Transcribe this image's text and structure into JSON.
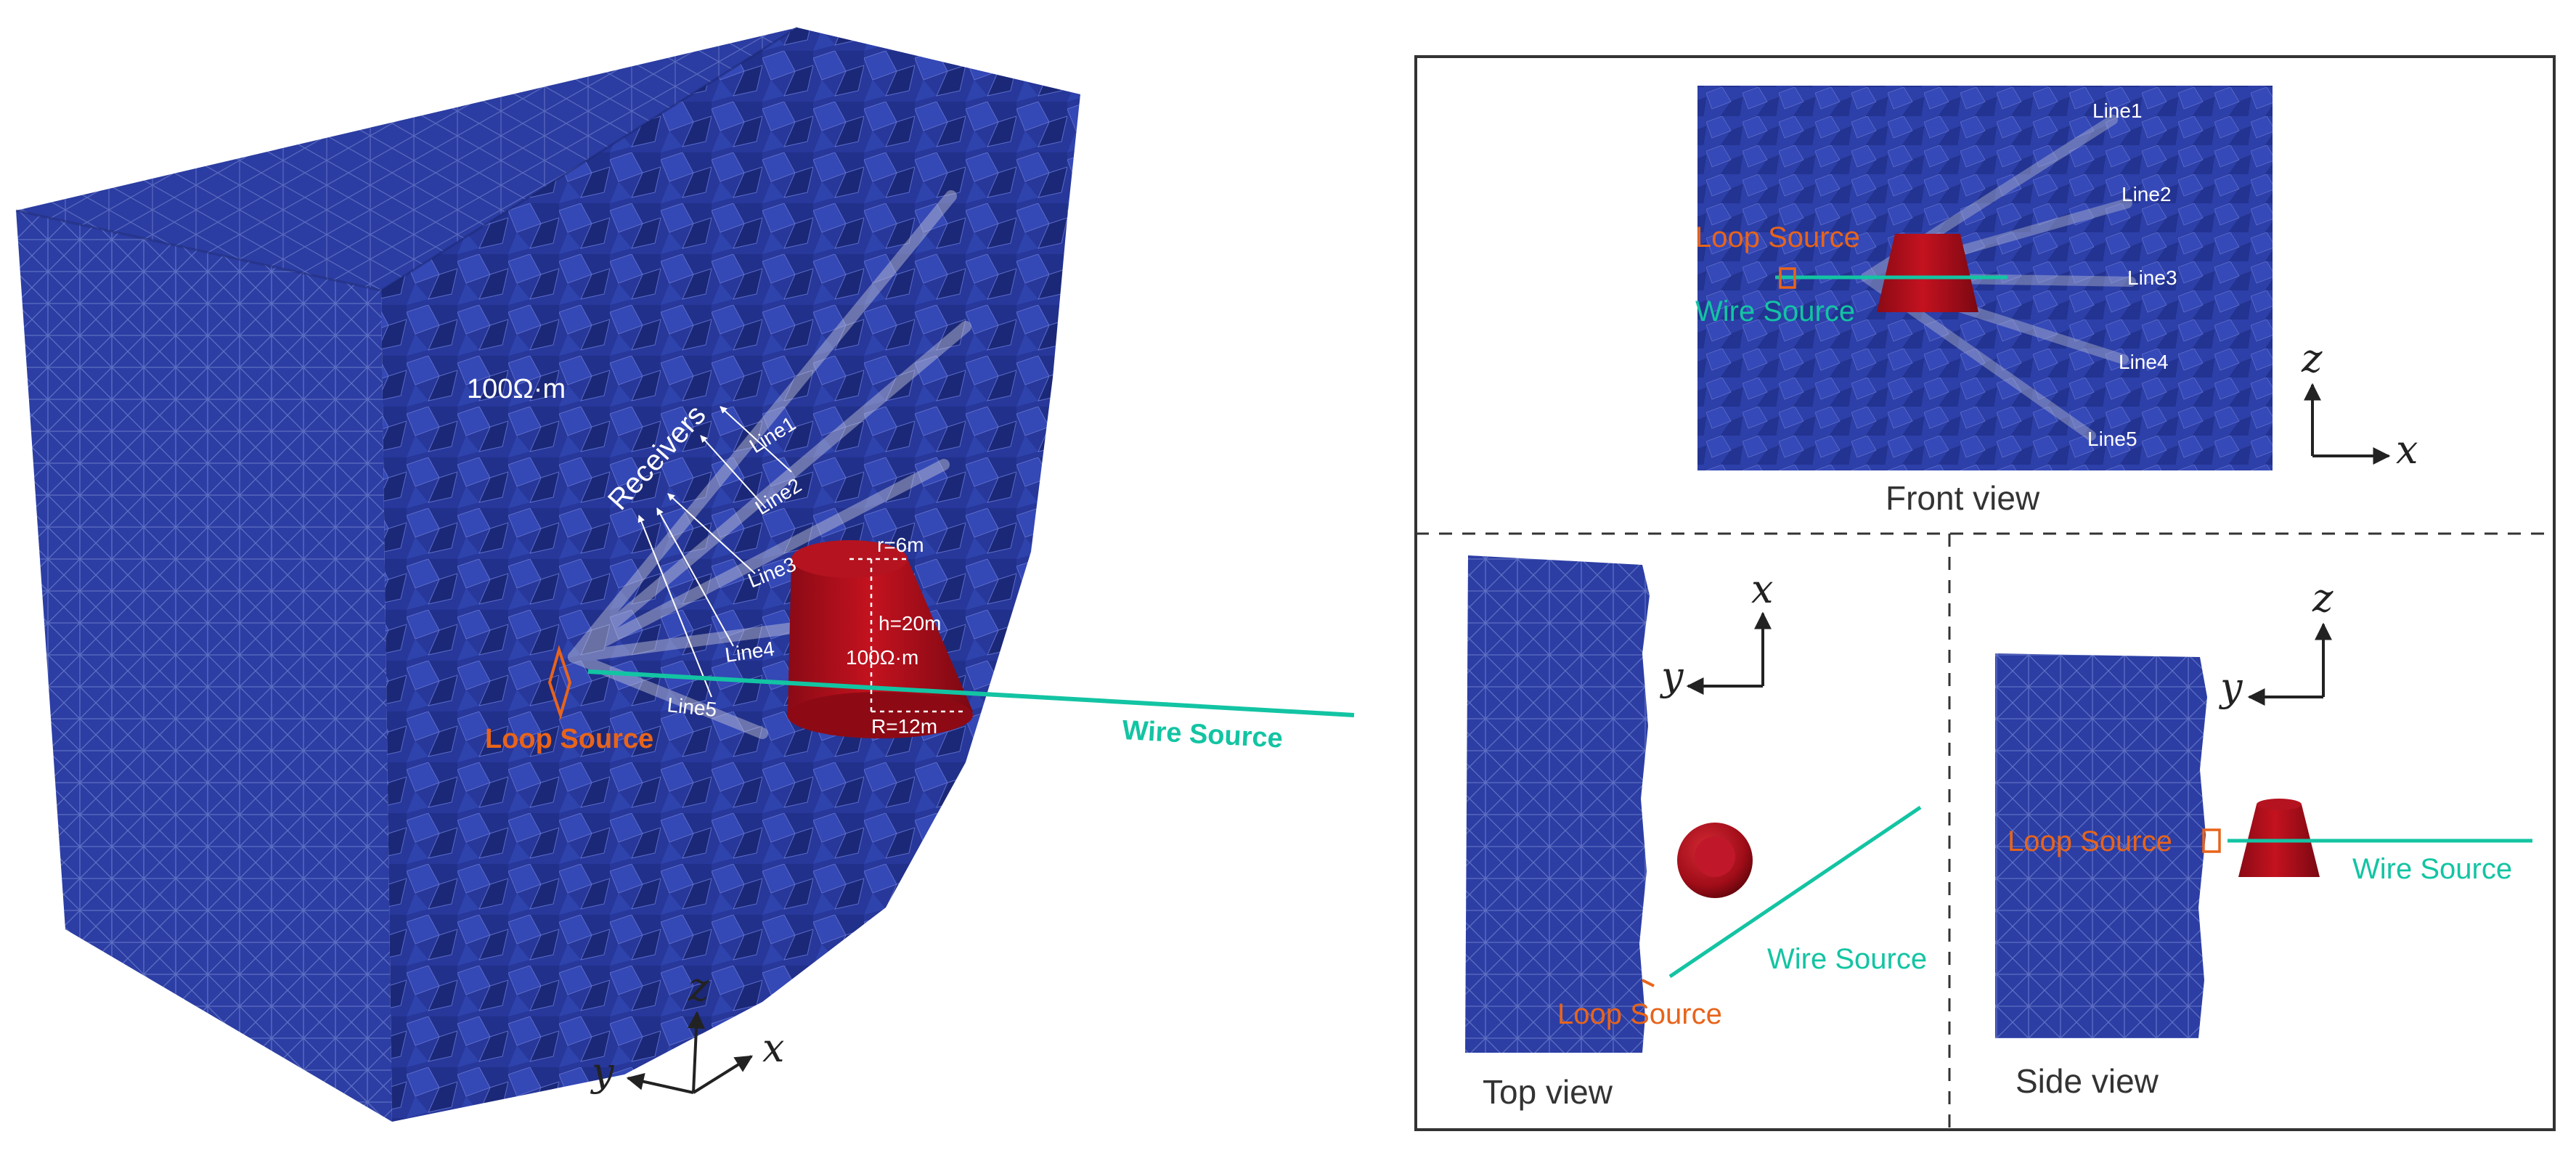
{
  "left_panel": {
    "resistivity_bg": "100Ω·m",
    "receivers_label": "Receivers",
    "lines": [
      "Line1",
      "Line2",
      "Line3",
      "Line4",
      "Line5"
    ],
    "cone": {
      "top_radius": "r=6m",
      "height": "h=20m",
      "resistivity": "100Ω·m",
      "bottom_radius": "R=12m"
    },
    "loop_source": "Loop Source",
    "wire_source": "Wire Source",
    "axes": {
      "z": "z",
      "y": "y",
      "x": "x"
    }
  },
  "front_view": {
    "title": "Front view",
    "lines": [
      "Line1",
      "Line2",
      "Line3",
      "Line4",
      "Line5"
    ],
    "loop_source": "Loop Source",
    "wire_source": "Wire Source",
    "axes": {
      "z": "z",
      "x": "x"
    }
  },
  "top_view": {
    "title": "Top view",
    "loop_source": "Loop Source",
    "wire_source": "Wire Source",
    "axes": {
      "x": "x",
      "y": "y"
    }
  },
  "side_view": {
    "title": "Side view",
    "loop_source": "Loop Source",
    "wire_source": "Wire Source",
    "axes": {
      "z": "z",
      "y": "y"
    }
  },
  "colors": {
    "mesh": "#2c3ea4",
    "mesh_dark": "#1c2a82",
    "anomaly": "#b0101e",
    "loop": "#e8641a",
    "wire": "#13c4a3",
    "frame": "#333333"
  }
}
